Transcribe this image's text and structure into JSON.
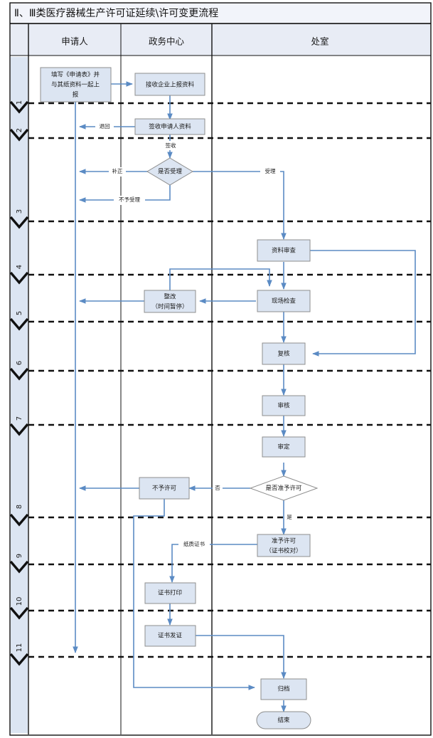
{
  "title": "Ⅱ、Ⅲ类医疗器械生产许可证延续\\许可变更流程",
  "columns": [
    {
      "key": "steps",
      "label": ""
    },
    {
      "key": "applicant",
      "label": "申请人"
    },
    {
      "key": "gov_center",
      "label": "政务中心"
    },
    {
      "key": "office",
      "label": "处室"
    }
  ],
  "step_numbers": [
    "1",
    "2",
    "3",
    "4",
    "5",
    "6",
    "7",
    "8",
    "9",
    "10",
    "11"
  ],
  "colors": {
    "node_fill": "#dce5f2",
    "node_stroke": "#8e8e8e",
    "connector": "#5b8bc4",
    "lane_strip": "#dce5f2",
    "header_fill": "#e8ecf5",
    "border": "#111111",
    "chevron": "#111111"
  },
  "nodes": [
    {
      "id": "n1",
      "text": "填写《申请表》并与其纸资料一起上报",
      "shape": "process",
      "lane": "applicant"
    },
    {
      "id": "n2",
      "text": "接收企业上报资料",
      "shape": "process",
      "lane": "gov_center"
    },
    {
      "id": "n3",
      "text": "签收申请人资料",
      "shape": "process",
      "lane": "gov_center"
    },
    {
      "id": "n4",
      "text": "是否受理",
      "shape": "decision",
      "lane": "gov_center"
    },
    {
      "id": "n5",
      "text": "资料审查",
      "shape": "process",
      "lane": "office"
    },
    {
      "id": "n6",
      "text": "整改",
      "text2": "（时间暂停）",
      "shape": "process",
      "lane": "gov_center"
    },
    {
      "id": "n7",
      "text": "现场检查",
      "shape": "process",
      "lane": "office"
    },
    {
      "id": "n8",
      "text": "复核",
      "shape": "process",
      "lane": "office"
    },
    {
      "id": "n9",
      "text": "审核",
      "shape": "process",
      "lane": "office"
    },
    {
      "id": "n10",
      "text": "审定",
      "shape": "process",
      "lane": "office"
    },
    {
      "id": "n11",
      "text": "是否准予许可",
      "shape": "decision",
      "lane": "office"
    },
    {
      "id": "n12",
      "text": "不予许可",
      "shape": "process",
      "lane": "gov_center"
    },
    {
      "id": "n13",
      "text": "准予许可",
      "text2": "（证书校对）",
      "shape": "process",
      "lane": "office"
    },
    {
      "id": "n14",
      "text": "证书打印",
      "shape": "process",
      "lane": "gov_center"
    },
    {
      "id": "n15",
      "text": "证书发证",
      "shape": "process",
      "lane": "gov_center"
    },
    {
      "id": "n16",
      "text": "归档",
      "shape": "process",
      "lane": "office"
    },
    {
      "id": "n17",
      "text": "结束",
      "shape": "terminator",
      "lane": "office"
    }
  ],
  "edge_labels": [
    {
      "id": "e1",
      "text": "退回"
    },
    {
      "id": "e2",
      "text": "签收"
    },
    {
      "id": "e3",
      "text": "补正"
    },
    {
      "id": "e4",
      "text": "不予受理"
    },
    {
      "id": "e5",
      "text": "受理"
    },
    {
      "id": "e6",
      "text": "否"
    },
    {
      "id": "e7",
      "text": "是"
    },
    {
      "id": "e8",
      "text": "纸质证书"
    }
  ]
}
